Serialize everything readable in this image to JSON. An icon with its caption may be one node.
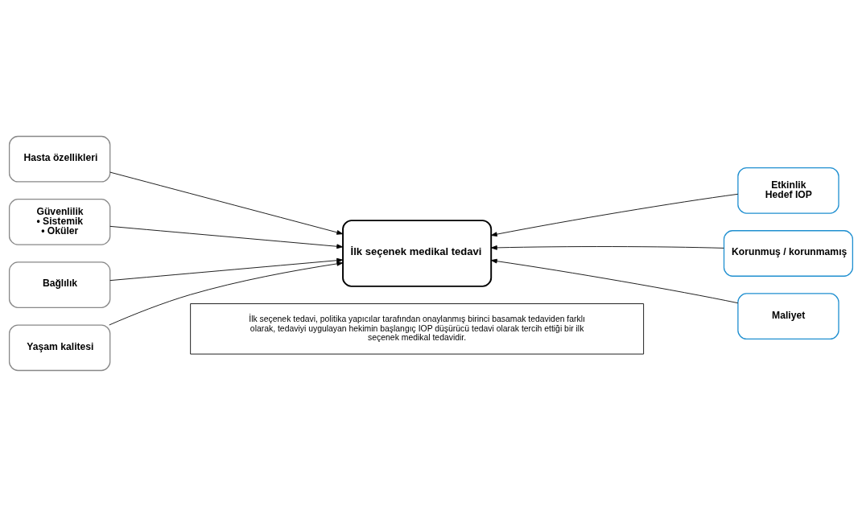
{
  "diagram": {
    "nodes": [
      {
        "text": [
          "Hasta özellikleri"
        ]
      },
      {
        "text": [
          "Güvenlilik",
          "• Sistemik",
          "• Oküler"
        ]
      },
      {
        "text": [
          "Bağlılık"
        ]
      },
      {
        "text": [
          "Yaşam kalitesi"
        ]
      },
      {
        "text": [
          "İlk seçenek medikal tedavi"
        ]
      },
      {
        "text": [
          "Etkinlik",
          "Hedef IOP"
        ]
      },
      {
        "text": [
          "Korunmuş / korunmamış"
        ]
      },
      {
        "text": [
          "Maliyet"
        ]
      },
      {
        "text": [
          "İlk seçenek tedavi, politika yapıcılar tarafından onaylanmış birinci basamak tedaviden farklı olarak, tedaviyi uygulayan hekimin başlangıç IOP düşürücü tedavi olarak tercih ettiği bir ilk seçenek medikal tedavidir."
        ]
      }
    ],
    "edges": [
      {
        "from": 0,
        "to": 4,
        "arrow": "to"
      },
      {
        "from": 1,
        "to": 4,
        "arrow": "to"
      },
      {
        "from": 2,
        "to": 4,
        "arrow": "to"
      },
      {
        "from": 3,
        "to": 4,
        "arrow": "to"
      },
      {
        "from": 5,
        "to": 4,
        "arrow": "to"
      },
      {
        "from": 6,
        "to": 4,
        "arrow": "to"
      },
      {
        "from": 7,
        "to": 4,
        "arrow": "to"
      }
    ]
  }
}
